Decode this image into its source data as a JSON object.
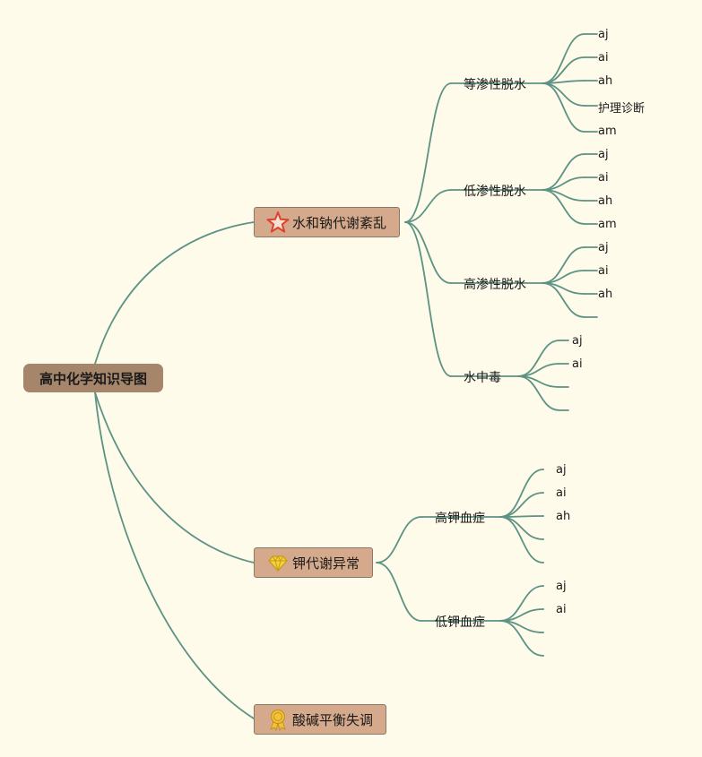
{
  "root": {
    "label": "高中化学知识导图"
  },
  "branches": [
    {
      "label": "水和钠代谢紊乱",
      "icon": "star-icon",
      "children": [
        {
          "label": "等渗性脱水",
          "leaves": [
            "aj",
            "ai",
            "ah",
            "护理诊断",
            "am"
          ]
        },
        {
          "label": "低渗性脱水",
          "leaves": [
            "aj",
            "ai",
            "ah",
            "am"
          ]
        },
        {
          "label": "高渗性脱水",
          "leaves": [
            "aj",
            "ai",
            "ah",
            ""
          ]
        },
        {
          "label": "水中毒",
          "leaves": [
            "aj",
            "ai",
            "",
            ""
          ]
        }
      ]
    },
    {
      "label": "钾代谢异常",
      "icon": "diamond-icon",
      "children": [
        {
          "label": "高钾血症",
          "leaves": [
            "aj",
            "ai",
            "ah",
            "",
            ""
          ]
        },
        {
          "label": "低钾血症",
          "leaves": [
            "aj",
            "ai",
            "",
            ""
          ]
        }
      ]
    },
    {
      "label": "酸碱平衡失调",
      "icon": "badge-icon",
      "children": []
    }
  ],
  "colors": {
    "background": "#fefbea",
    "root_fill": "#a6866b",
    "branch_fill": "#d5a98b",
    "branch_border": "#8b7869",
    "connector": "#5c9385",
    "star_icon": "#e0412f",
    "diamond_icon": "#f2d43a",
    "badge_icon": "#f2c23a"
  }
}
